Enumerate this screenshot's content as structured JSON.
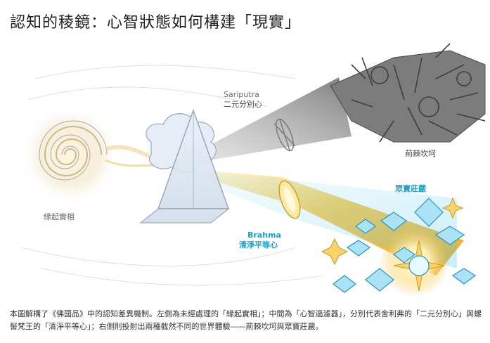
{
  "title": "認知的稜鏡：心智狀態如何構建「現實」",
  "labels": {
    "origin": "緣起實相",
    "sariputra_en": "Sariputra",
    "sariputra_zh": "二元分別心",
    "brahma_en": "Brahma",
    "brahma_zh": "清淨平等心",
    "thorns": "荊棘坎坷",
    "treasure": "眾寶莊嚴"
  },
  "caption": "本圖解構了《佛國品》中的認知差異機制。左側為未經處理的「緣起實相」；中間為「心智過濾器」，分別代表舍利弗的「二元分別心」與螺髻梵王的「清淨平等心」；右側則投射出兩種截然不同的世界體驗——荊棘坎坷與眾寶莊嚴。",
  "colors": {
    "teal": "#1aa3c9",
    "gold": "#f5c64a",
    "gray_beam": "#8a8a8a"
  }
}
